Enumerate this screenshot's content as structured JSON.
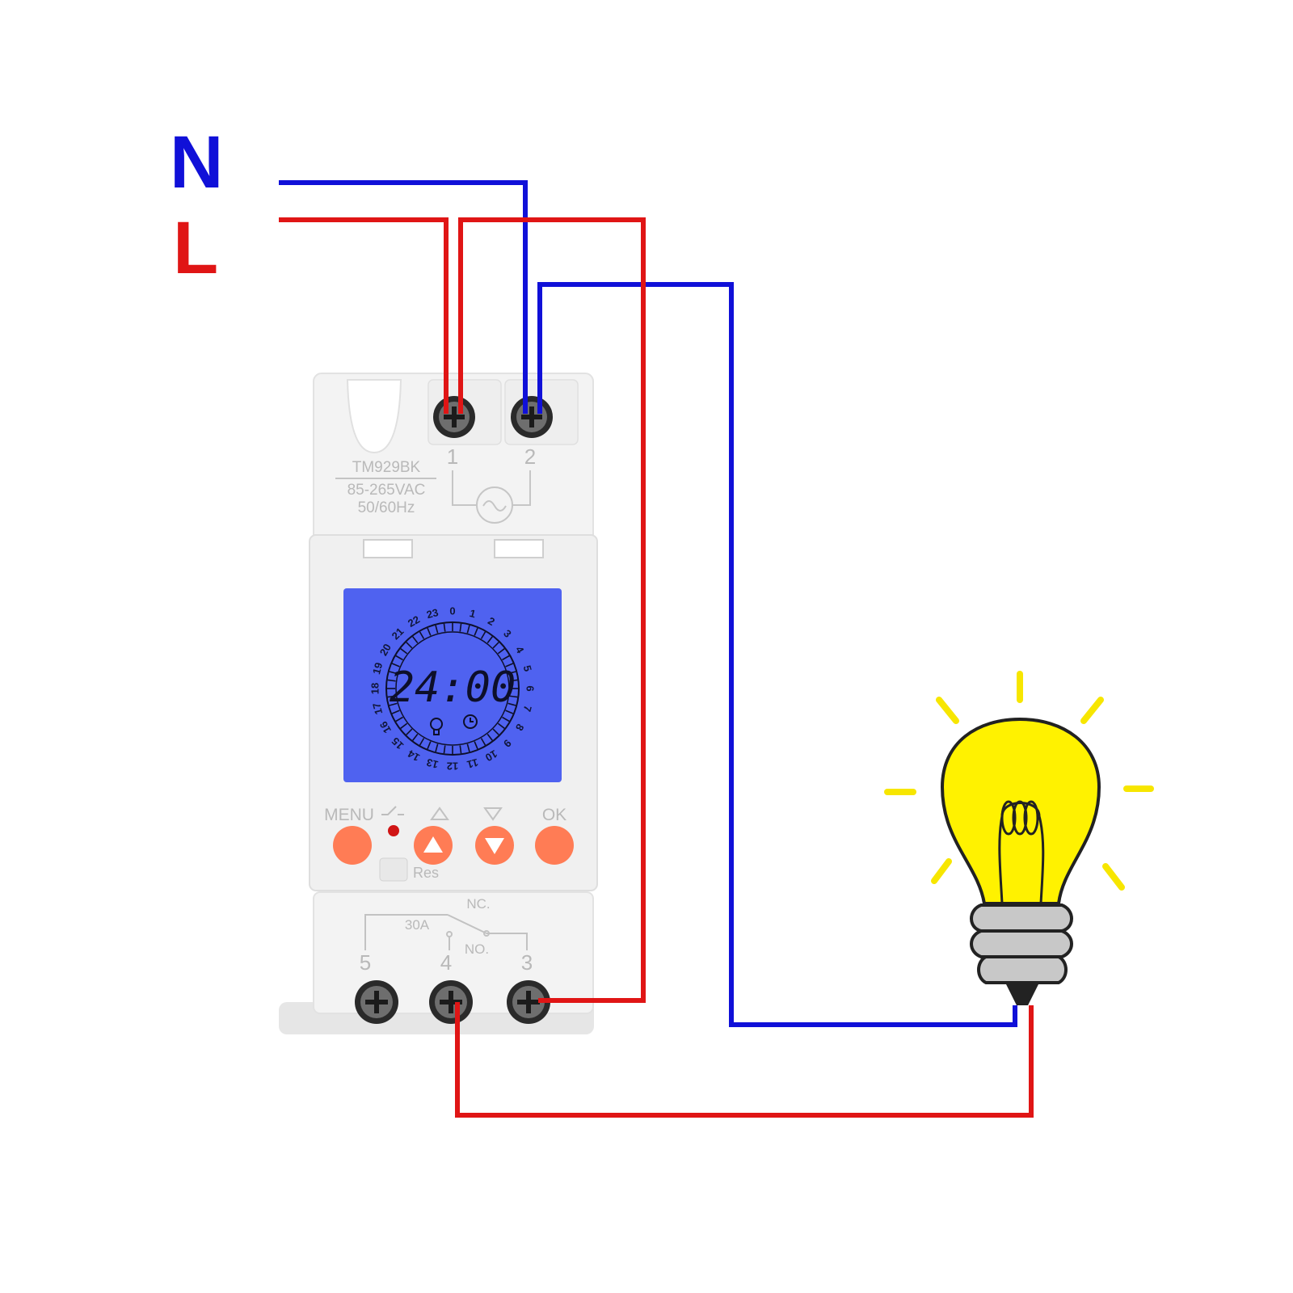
{
  "supply": {
    "neutral_label": "N",
    "live_label": "L",
    "neutral_color": "#1010d8",
    "live_color": "#e01515"
  },
  "device": {
    "model": "TM929BK",
    "voltage": "85-265VAC",
    "frequency": "50/60Hz",
    "terminal_top_1": "1",
    "terminal_top_2": "2",
    "terminal_bottom_5": "5",
    "terminal_bottom_4": "4",
    "terminal_bottom_3": "3",
    "relay_rating": "30A",
    "nc_label": "NC.",
    "no_label": "NO.",
    "reset_label": "Res",
    "buttons": {
      "menu": "MENU",
      "ok": "OK"
    },
    "display": {
      "time": "24:00",
      "backlight_color": "#4f62f0",
      "dial_hours": [
        "0",
        "1",
        "2",
        "3",
        "4",
        "5",
        "6",
        "7",
        "8",
        "9",
        "10",
        "11",
        "12",
        "13",
        "14",
        "15",
        "16",
        "17",
        "18",
        "19",
        "20",
        "21",
        "22",
        "23"
      ]
    }
  },
  "icons": [
    "screw-terminal-icon",
    "ac-source-icon",
    "bulb-icon",
    "clock-icon",
    "up-arrow-icon",
    "down-arrow-icon",
    "relay-switch-icon"
  ],
  "bulb": {
    "glass_color": "#fff200",
    "base_color": "#c8c8c8",
    "ray_color": "#f7e600"
  }
}
